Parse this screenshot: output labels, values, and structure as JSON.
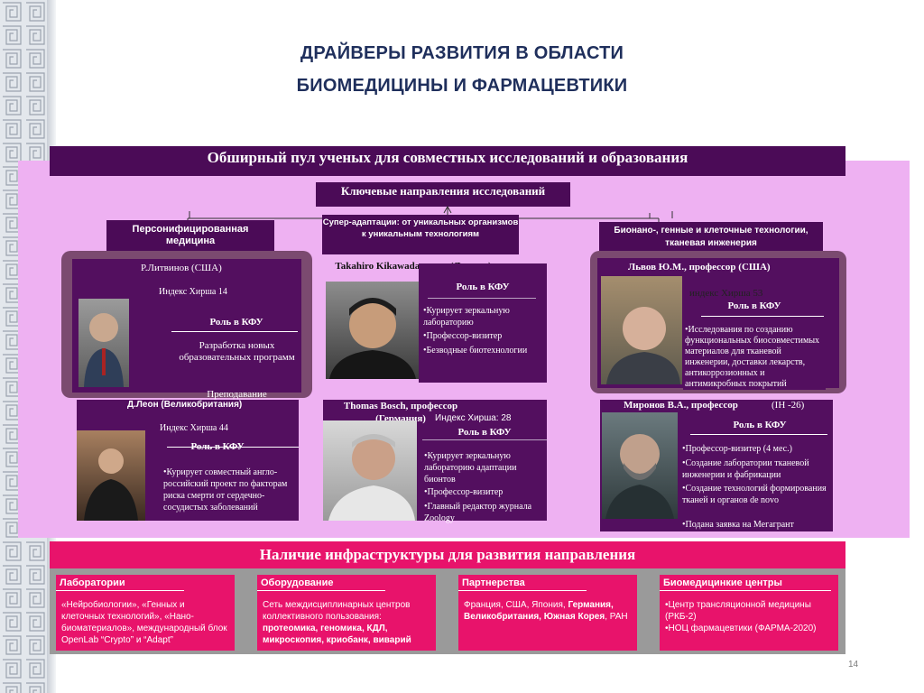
{
  "title_line1": "ДРАЙВЕРЫ РАЗВИТИЯ В ОБЛАСТИ",
  "title_line2": "БИОМЕДИЦИНЫ И ФАРМАЦЕВТИКИ",
  "top_banner": "Обширный пул ученых для совместных исследований и образования",
  "key_directions": "Ключевые направления исследований",
  "directions": {
    "left": "Персонифицированная медицина",
    "center": "Супер-адаптации: от уникальных организмов к уникальным технологиям",
    "right": "Бионано-, генные и клеточные технологии, тканевая инженерия"
  },
  "scientists": {
    "litvinov": {
      "name": "Р.Литвинов (США)",
      "hirsch": "Индекс Хирша 14",
      "role": "Роль в КФУ",
      "items": [
        "Разработка новых образовательных программ",
        "Преподавание"
      ]
    },
    "kikawada": {
      "name": "Takahiro Kikawada, в.н.с. (Япония)",
      "role": "Роль в КФУ",
      "items": [
        "•Курирует зеркальную лабораторию",
        "•Профессор-визитер",
        "•Безводные биотехнологии"
      ]
    },
    "lvov": {
      "name": "Львов Ю.М., профессор (США)",
      "hirsch": "индекс Хирша 53",
      "role": "Роль в КФУ",
      "items": [
        "•Исследования по созданию функциональных биосовместимых материалов для тканевой инженерии, доставки лекарств, антикоррозионных и антимикробных покрытий"
      ]
    },
    "leon": {
      "name": "Д.Леон (Великобритания)",
      "hirsch": "Индекс Хирша 44",
      "role": "Роль в КФУ",
      "items": [
        "•Курирует совместный англо-российский проект по факторам риска смерти от сердечно-сосудистых заболеваний"
      ]
    },
    "bosch": {
      "name": "Thomas Bosch, профессор (Германия)",
      "hirsch": "Индекс Хирша: 28",
      "role": "Роль в КФУ",
      "items": [
        "•Курирует зеркальную лабораторию адаптации бионтов",
        "•Профессор-визитер",
        "•Главный редактор журнала Zoology"
      ]
    },
    "mironov": {
      "name": "Миронов В.А., профессор",
      "hirsch": "(IH -26)",
      "role": "Роль в КФУ",
      "items": [
        "•Профессор-визитер (4 мес.)",
        "•Создание лаборатории тканевой инженерии и фабрикации",
        "•Создание технологий формирования тканей и органов de novo",
        "•Подана заявка на Мегагрант"
      ]
    }
  },
  "bottom_banner": "Наличие инфраструктуры для развития направления",
  "infra": {
    "labs": {
      "label": "Лаборатории",
      "text": "«Нейробиологии», «Генных и клеточных технологий», «Нано-биоматериалов», международный блок OpenLab “Crypto” и “Adapt”"
    },
    "equipment": {
      "label": "Оборудование",
      "text_plain": "Сеть междисциплинарных центров коллективного пользования:",
      "text_bold": "протеомика, геномика, КДЛ, микроскопия, криобанк, виварий"
    },
    "partners": {
      "label": "Партнерства",
      "text_plain": "Франция, США, Япония, ",
      "text_bold": "Германия, Великобритания, Южная Корея",
      "text_end": ", РАН"
    },
    "centers": {
      "label": "Биомедицинкие центры",
      "items": [
        "•Центр трансляционной медицины (РКБ-2)",
        "•НОЦ фармацевтики (ФАРМА-2020)"
      ]
    }
  },
  "page_number": "14"
}
